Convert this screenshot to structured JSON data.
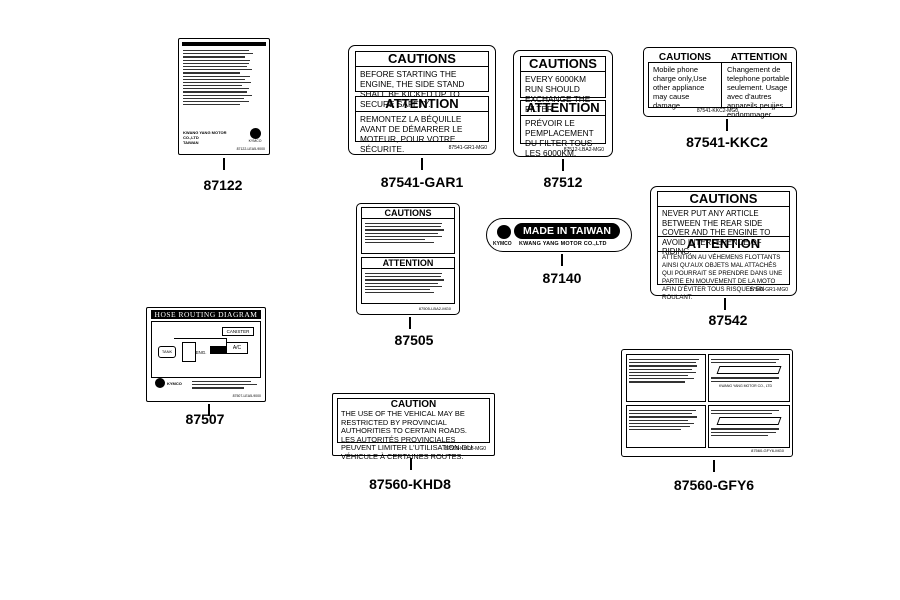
{
  "labels": {
    "l87122": {
      "part_no": "87122",
      "code": "87122-LEA5-9000",
      "maker": "KWANG YANG MOTOR CO.,LTD\nTAIWAN",
      "brand": "KYMCO"
    },
    "l87541gar1": {
      "title1": "CAUTIONS",
      "text1": "BEFORE STARTING THE ENGINE, THE SIDE STAND SHALL BE KICKED UP TO SECURE SAFETY.",
      "title2": "ATTENTION",
      "text2": "REMONTEZ LA BÉQUILLE AVANT DE DÉMARRER LE MOTEUR, POUR VOTRE SÉCURITE.",
      "code": "87541-GR1-MG0",
      "part_no": "87541-GAR1"
    },
    "l87512": {
      "title1": "CAUTIONS",
      "text1": "EVERY 6000KM RUN SHOULD EXCHANGE THE FILTER.",
      "title2": "ATTENTION",
      "text2": "PRÉVOIR LE PEMPLACEMENT DU FILTER TOUS LES 6000KM.",
      "code": "87512-LBA2-MG0",
      "part_no": "87512"
    },
    "l87541kkc2": {
      "title_left": "CAUTIONS",
      "title_right": "ATTENTION",
      "text_left": "Mobile phone charge only,Use other appliance may cause damage.",
      "text_right": "Changement de telephone portable seulement. Usage avec d'autres appareils peujjes endommager.",
      "code": "87541-KKC2-MG0",
      "part_no": "87541-KKC2"
    },
    "l87505": {
      "title1": "CAUTIONS",
      "title2": "ATTENTION",
      "code": "87505-LBA2-MG0",
      "part_no": "87505"
    },
    "l87140": {
      "made": "MADE IN TAIWAN",
      "brand": "KYMCO",
      "maker": "KWANG YANG MOTOR CO.,LTD",
      "part_no": "87140"
    },
    "l87542": {
      "title1": "CAUTIONS",
      "text1": "NEVER PUT ANY ARTICLE BETWEEN THE REAR SIDE COVER AND THE ENGINE TO AVOID INTERFERENCE OF RIDING.",
      "title2": "ATTENTION",
      "text2": "ATTENTION AU VÉHEMENS FLOTTANTS AINSI QU'AUX OBJETS MAL ATTACHÉS QUI POURRAIT SE PRENDRE DANS UNE PARTIE EN MOUVEMENT DE LA MOTO AFIN D'ÉVITER TOUS RISQUES EN ROULANT.",
      "code": "87542-GR1-MG0",
      "part_no": "87542"
    },
    "l87507": {
      "title": "HOSE ROUTING DIAGRAM",
      "canister": "CANISTER",
      "ac": "A/C",
      "eng": "ENG.",
      "tank": "TANK",
      "brand": "KYMCO",
      "code": "87507-LEA5-9000",
      "part_no": "87507"
    },
    "l87560khd8": {
      "title": "CAUTION",
      "text": "THE USE OF THE VEHICAL MAY BE RESTRICTED BY PROVINCIAL AUTHORITIES TO CERTAIN ROADS.\nLES AUTORITÉS PROVINCIALES PEUVENT LIMITER L'UTILISATION DU VÉHICULE À CERTAINES ROUTES.",
      "code": "87560-KHD8-MG0",
      "part_no": "87560-KHD8"
    },
    "l87560gfy6": {
      "maker": "KWANG YANG MOTOR CO., LTD",
      "code": "87560-GFY6-MG0",
      "part_no": "87560-GFY6"
    }
  }
}
